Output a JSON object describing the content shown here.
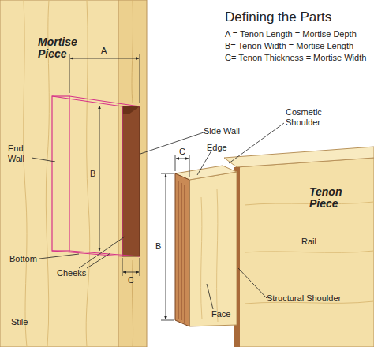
{
  "diagram": {
    "title": "Defining the Parts",
    "labels": [
      "A = Tenon Length = Mortise Depth",
      "B= Tenon Width = Mortise Length",
      "C= Tenon Thickness = Mortise Width",
      "Mortise Piece",
      "End Wall",
      "A",
      "B",
      "Bottom",
      "Cheeks",
      "C",
      "Stile",
      "Side Wall",
      "Edge",
      "Cosmetic Shoulder",
      "C",
      "Tenon Piece",
      "Rail",
      "B",
      "Face",
      "Structural Shoulder"
    ]
  }
}
